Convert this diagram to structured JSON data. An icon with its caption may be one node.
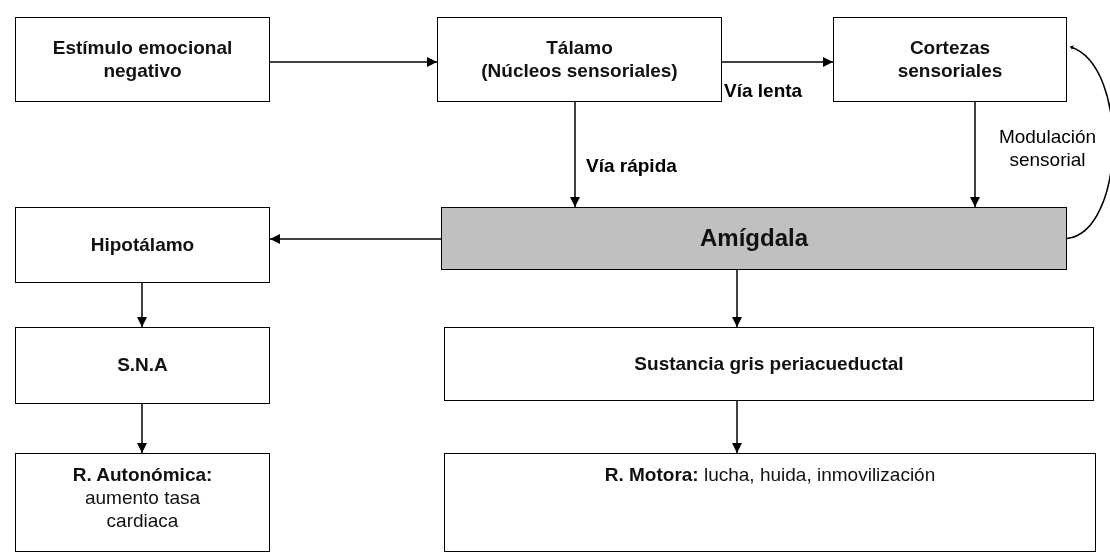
{
  "diagram": {
    "nodes": [
      {
        "text": [
          "Estímulo emocional negativo"
        ]
      },
      {
        "text": [
          "Tálamo",
          "(Núcleos sensoriales)"
        ]
      },
      {
        "text": [
          "Cortezas sensoriales"
        ]
      },
      {
        "text": [
          "Hipotálamo"
        ]
      },
      {
        "text": [
          "Amígdala"
        ]
      },
      {
        "text": [
          "S.N.A"
        ]
      },
      {
        "text": [
          "Sustancia gris periacueductal"
        ]
      },
      {
        "text": [
          "**R. Autonómica:** aumento tasa cardiaca"
        ]
      },
      {
        "text": [
          "**R. Motora:** lucha, huida, inmovilización"
        ]
      }
    ],
    "edges": [
      {
        "from": 0,
        "to": 1,
        "arrow": "to"
      },
      {
        "from": 1,
        "to": 2,
        "arrow": "to",
        "label": "Vía lenta"
      },
      {
        "from": 1,
        "to": 4,
        "arrow": "to",
        "label": "Vía rápida"
      },
      {
        "from": 2,
        "to": 4,
        "arrow": "to",
        "label": "Modulación sensorial"
      },
      {
        "from": 4,
        "to": 3,
        "arrow": "to"
      },
      {
        "from": 3,
        "to": 5,
        "arrow": "to"
      },
      {
        "from": 5,
        "to": 7,
        "arrow": "to"
      },
      {
        "from": 4,
        "to": 6,
        "arrow": "to"
      },
      {
        "from": 6,
        "to": 8,
        "arrow": "to"
      },
      {
        "from": 4,
        "to": 2,
        "arrow": "to"
      }
    ]
  }
}
